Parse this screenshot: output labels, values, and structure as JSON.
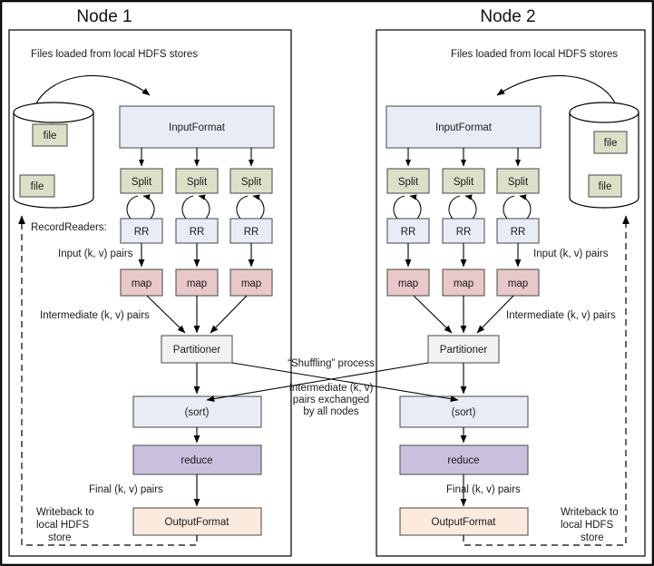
{
  "diagram": {
    "title_node1": "Node 1",
    "title_node2": "Node 2",
    "colors": {
      "split": "#dde0c8",
      "file": "#dde0c8",
      "rr": "#e8edf5",
      "inputformat": "#e8edf5",
      "sort": "#e8edf5",
      "map": "#e8c8c8",
      "partitioner": "#f2f2f2",
      "reduce": "#c8c0dc",
      "outputformat": "#fceade",
      "stroke": "#555555",
      "line": "#000000"
    }
  },
  "node1": {
    "title": "Node 1",
    "caption_load": "Files loaded from local HDFS stores",
    "inputformat": "InputFormat",
    "splits": [
      "Split",
      "Split",
      "Split"
    ],
    "recordreaders": [
      "RR",
      "RR",
      "RR"
    ],
    "maps": [
      "map",
      "map",
      "map"
    ],
    "partitioner": "Partitioner",
    "sort": "(sort)",
    "reduce": "reduce",
    "outputformat": "OutputFormat",
    "files": [
      "file",
      "file"
    ],
    "label_recordreaders": "RecordReaders:",
    "label_input_pairs": "Input (k, v) pairs",
    "label_intermediate_pairs": "Intermediate (k, v) pairs",
    "label_final_pairs": "Final (k, v) pairs",
    "label_writeback_l1": "Writeback to",
    "label_writeback_l2": "local HDFS",
    "label_writeback_l3": "store"
  },
  "node2": {
    "title": "Node 2",
    "caption_load": "Files loaded from local HDFS stores",
    "inputformat": "InputFormat",
    "splits": [
      "Split",
      "Split",
      "Split"
    ],
    "recordreaders": [
      "RR",
      "RR",
      "RR"
    ],
    "maps": [
      "map",
      "map",
      "map"
    ],
    "partitioner": "Partitioner",
    "sort": "(sort)",
    "reduce": "reduce",
    "outputformat": "OutputFormat",
    "files": [
      "file",
      "file"
    ],
    "label_input_pairs": "Input (k, v) pairs",
    "label_intermediate_pairs": "Intermediate (k, v) pairs",
    "label_final_pairs": "Final (k, v) pairs",
    "label_writeback_l1": "Writeback to",
    "label_writeback_l2": "local HDFS",
    "label_writeback_l3": "store"
  },
  "shuffle": {
    "process_label": "“Shuffling” process",
    "desc_l1": "Intermediate (k, v)",
    "desc_l2": "pairs exchanged",
    "desc_l3": "by all nodes"
  }
}
